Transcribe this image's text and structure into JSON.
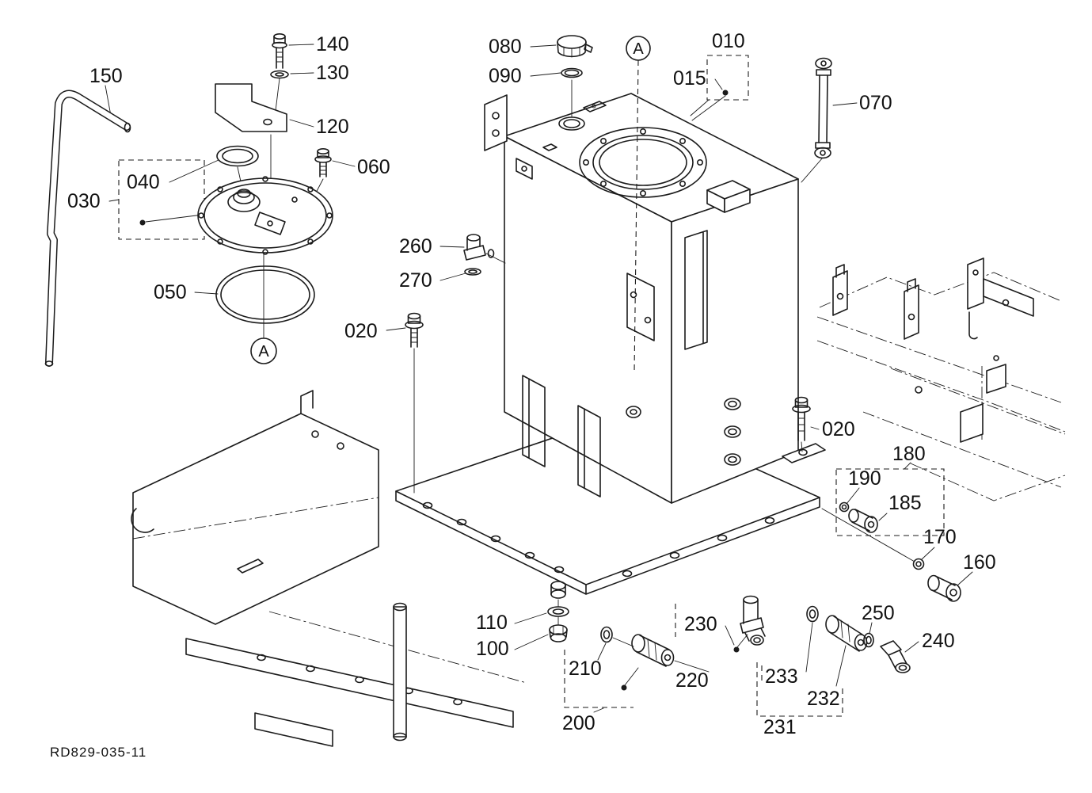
{
  "drawing_code": "RD829-035-11",
  "detail_marker": "A",
  "callout_labels": {
    "010": "010",
    "015": "015",
    "020": "020",
    "030": "030",
    "040": "040",
    "050": "050",
    "060": "060",
    "070": "070",
    "080": "080",
    "090": "090",
    "100": "100",
    "110": "110",
    "120": "120",
    "130": "130",
    "140": "140",
    "150": "150",
    "160": "160",
    "170": "170",
    "180": "180",
    "185": "185",
    "190": "190",
    "200": "200",
    "210": "210",
    "220": "220",
    "230": "230",
    "231": "231",
    "232": "232",
    "233": "233",
    "240": "240",
    "250": "250",
    "260": "260",
    "270": "270"
  },
  "colors": {
    "line": "#1b1b1b",
    "background": "#ffffff",
    "text": "#111111"
  }
}
